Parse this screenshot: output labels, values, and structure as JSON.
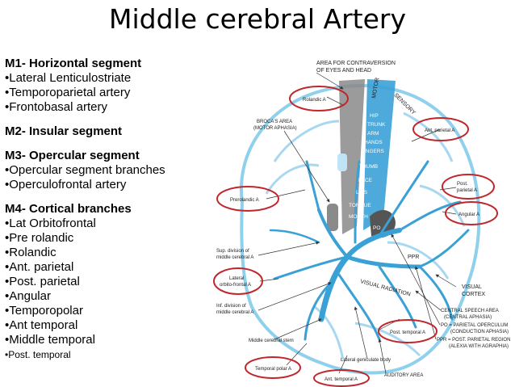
{
  "title": "Middle cerebral Artery",
  "segments": [
    {
      "title": "M1- Horizontal segment",
      "items": [
        "•Lateral Lenticulostriate",
        "•Temporoparietal artery",
        "•Frontobasal artery"
      ]
    },
    {
      "title": "M2- Insular segment",
      "items": []
    },
    {
      "title": "M3- Opercular segment",
      "items": [
        "•Opercular segment branches",
        "•Operculofrontal artery"
      ]
    },
    {
      "title": "M4- Cortical branches",
      "items": [
        "•Lat Orbitofrontal",
        "•Pre rolandic",
        "•Rolandic",
        "•Ant. parietal",
        "•Post. parietal",
        "•Angular",
        "•Temporopolar",
        "•Ant temporal",
        "•Middle temporal",
        "•Post. temporal"
      ]
    }
  ],
  "diagram": {
    "top": {
      "area1": "AREA FOR CONTRAVERSION",
      "area2": "OF EYES AND HEAD"
    },
    "motor": "MOTOR",
    "sensory": "SENSORY",
    "broca1": "BROCA'S AREA",
    "broca2": "(MOTOR APHASIA)",
    "homunculus": [
      "HIP",
      "TRUNK",
      "ARM",
      "HANDS",
      "FINGERS",
      "THUMB",
      "FACE",
      "LIPS",
      "TONGUE",
      "MOUTH"
    ],
    "po": "PO",
    "ppr": "PPR",
    "visual_radiation": "VISUAL RADIATION",
    "visual_cortex1": "VISUAL",
    "visual_cortex2": "CORTEX",
    "central_speech1": "CENTRAL SPEECH AREA",
    "central_speech2": "(CENTRAL APHASIA)",
    "po_def1": "PO = PARIETAL OPERCULUM",
    "po_def2": "(CONDUCTION APHASIA)",
    "ppr_def1": "PPR = POST. PARIETAL REGION",
    "ppr_def2": "(ALEXIA WITH AGRAPHIA)",
    "auditory": "AUDITORY AREA",
    "lateral_geniculate": "Lateral geniculate body",
    "middle_cerebral_stem": "Middle cerebral stem",
    "sup_div1": "Sup. division of",
    "sup_div2": "middle cerebral A",
    "inf_div1": "Inf. division of",
    "inf_div2": "middle cerebral A",
    "circled": {
      "rolandic": "Rolandic A",
      "ant_parietal": "Ant. parietal A",
      "post_parietal1": "Post.",
      "post_parietal2": "parietal A",
      "angular": "Angular A",
      "prerolandic": "Prerolandic A",
      "lat_orbito1": "Lateral",
      "lat_orbito2": "orbito-frontal A",
      "post_temporal": "Post. temporal A",
      "temporal_polar": "Temporal polar A",
      "ant_temporal": "Ant. temporal A"
    }
  },
  "colors": {
    "artery": "#3aa1d6",
    "brain_outline": "#8fd0ec",
    "gyrus": "#a8d8f0",
    "circle": "#c0272d",
    "gray": "#8a8a8a",
    "dark_gray": "#555555"
  }
}
